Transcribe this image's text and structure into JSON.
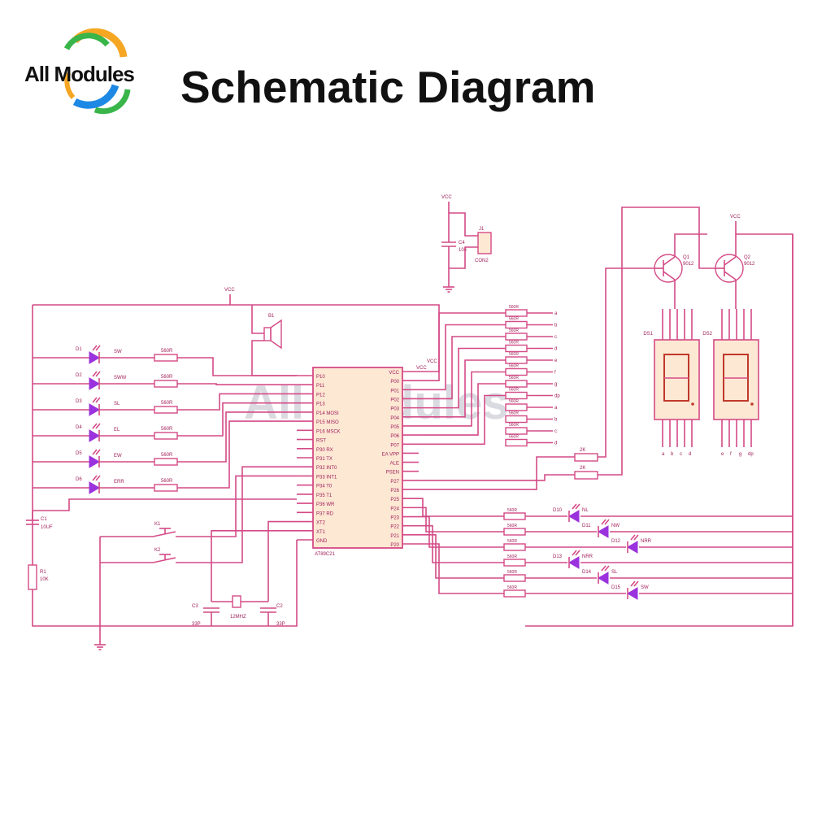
{
  "brand": {
    "name": "All Modules"
  },
  "header": {
    "title": "Schematic Diagram"
  },
  "colors": {
    "wire": "#d44a86",
    "chip_fill": "#fde8d4",
    "led": "#9a33dd",
    "ink": "#111111",
    "logo_orange": "#f5a623",
    "logo_green": "#39b54a",
    "logo_blue": "#1e88e5"
  },
  "schematic": {
    "chip": {
      "part": "AT89C21",
      "left_pins": [
        "P10",
        "P11",
        "P12",
        "P13",
        "P14 MOSI",
        "P15 MISO",
        "P16 MSCK",
        "RST",
        "P30 RX",
        "P31 TX",
        "P32 INT0",
        "P33 INT1",
        "P34 T0",
        "P35 T1",
        "P36 WR",
        "P37 RD",
        "XT2",
        "XT1",
        "GND"
      ],
      "right_pins": [
        "VCC",
        "P00",
        "P01",
        "P02",
        "P03",
        "P04",
        "P05",
        "P06",
        "P07",
        "EA VPP",
        "ALE",
        "PSEN",
        "P27",
        "P26",
        "P25",
        "P24",
        "P23",
        "P22",
        "P21",
        "P20"
      ]
    },
    "vcc_labels": [
      "VCC",
      "VCC",
      "VCC",
      "VCC",
      "VCC"
    ],
    "leds_left": [
      {
        "ref": "D1",
        "label": "SW",
        "res": "560R"
      },
      {
        "ref": "D2",
        "label": "SWW",
        "res": "560R"
      },
      {
        "ref": "D3",
        "label": "SL",
        "res": "560R"
      },
      {
        "ref": "D4",
        "label": "EL",
        "res": "560R"
      },
      {
        "ref": "D5",
        "label": "EW",
        "res": "560R"
      },
      {
        "ref": "D6",
        "label": "ERR",
        "res": "560R"
      }
    ],
    "top_resistors": [
      "560R",
      "560R",
      "560R",
      "560R",
      "560R",
      "560R",
      "560R",
      "560R",
      "560R",
      "560R",
      "560R",
      "560R"
    ],
    "segment_letters": [
      "a",
      "b",
      "c",
      "d",
      "e",
      "f",
      "g",
      "dp"
    ],
    "base_resistors": [
      "2K",
      "2K"
    ],
    "transistors": [
      "Q1 9012",
      "Q2 9012"
    ],
    "displays": [
      "DS1",
      "DS2"
    ],
    "bottom_resistors": [
      "560R",
      "560R",
      "560R",
      "560R",
      "560R",
      "560R"
    ],
    "leds_right": [
      {
        "ref": "D10",
        "label": "NL"
      },
      {
        "ref": "D11",
        "label": "NW"
      },
      {
        "ref": "D12",
        "label": "NRR"
      },
      {
        "ref": "D13",
        "label": "NRR"
      },
      {
        "ref": "D14",
        "label": "SL"
      },
      {
        "ref": "D15",
        "label": "SW"
      }
    ],
    "caps": {
      "c1": "C1",
      "c1_val": "10UF",
      "c2": "C2",
      "c2_val": "33P",
      "c3": "C3",
      "c3_val": "33P",
      "c4": "C4",
      "c4_val": "104"
    },
    "reset_res": {
      "ref": "R1",
      "val": "10K"
    },
    "crystal": "12MHZ",
    "keys": [
      "K1",
      "K2"
    ],
    "buzzer": "B1",
    "connector": "J1",
    "connector_val": "CON2"
  }
}
